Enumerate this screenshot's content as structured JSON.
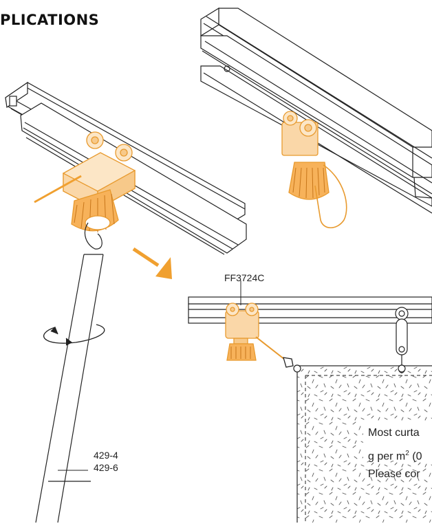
{
  "heading": "PLICATIONS",
  "labels": {
    "carrier_code": "FF3724C",
    "rod_code_1": "429-4",
    "rod_code_2": "429-6"
  },
  "curtain_note": {
    "line1": "Most curta",
    "line2_prefix": "g per m",
    "line2_sup": "2",
    "line2_suffix": " (0",
    "line3": "Please cor"
  },
  "colors": {
    "accent": "#F0A030",
    "accent_fill": "#FAD7A8",
    "line": "#222222"
  },
  "icons": {
    "rotation": "rotate-arrow-icon",
    "direction": "diagonal-arrow-icon"
  }
}
